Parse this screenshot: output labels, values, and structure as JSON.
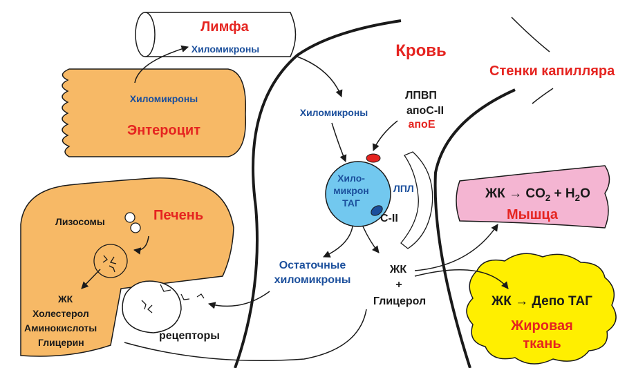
{
  "colors": {
    "organ_fill": "#f7b966",
    "organ_stroke": "#1a1a1a",
    "muscle_fill": "#f4b5d2",
    "fat_fill": "#ffef00",
    "chylo_fill": "#72c8ef",
    "red_text": "#e52420",
    "blue_text": "#1b4f9c",
    "black_text": "#1a1a1a"
  },
  "lymph": {
    "title": "Лимфа",
    "content": "Хиломикроны"
  },
  "enterocyte": {
    "content": "Хиломикроны",
    "title": "Энтероцит"
  },
  "blood": {
    "title": "Кровь"
  },
  "capillary": {
    "title": "Стенки капилляра"
  },
  "blood_labels": {
    "chylomicrons": "Хиломикроны",
    "hdl": "ЛПВП",
    "apo_c2": "апоС-II",
    "apo_e": "апоЕ",
    "lpl": "ЛПЛ",
    "c2": "С-II",
    "remnants_line1": "Остаточные",
    "remnants_line2": "хиломикроны",
    "fa": "ЖК",
    "plus": "+",
    "glycerol": "Глицерол"
  },
  "chylomicron": {
    "line1": "Хило-",
    "line2": "микрон",
    "line3": "ТАГ"
  },
  "liver": {
    "title": "Печень",
    "lysosomes": "Лизосомы",
    "products": [
      "ЖК",
      "Холестерол",
      "Аминокислоты",
      "Глицерин"
    ],
    "receptors": "рецепторы"
  },
  "muscle": {
    "fa": "ЖК",
    "arrow": "→",
    "co2": "CO",
    "co2_sub": "2",
    "plus": "+",
    "h2o_h": "H",
    "h2o_sub": "2",
    "h2o_o": "O",
    "title": "Мышца"
  },
  "adipose": {
    "reaction": "ЖК → Депо ТАГ",
    "title_line1": "Жировая",
    "title_line2": "ткань"
  }
}
